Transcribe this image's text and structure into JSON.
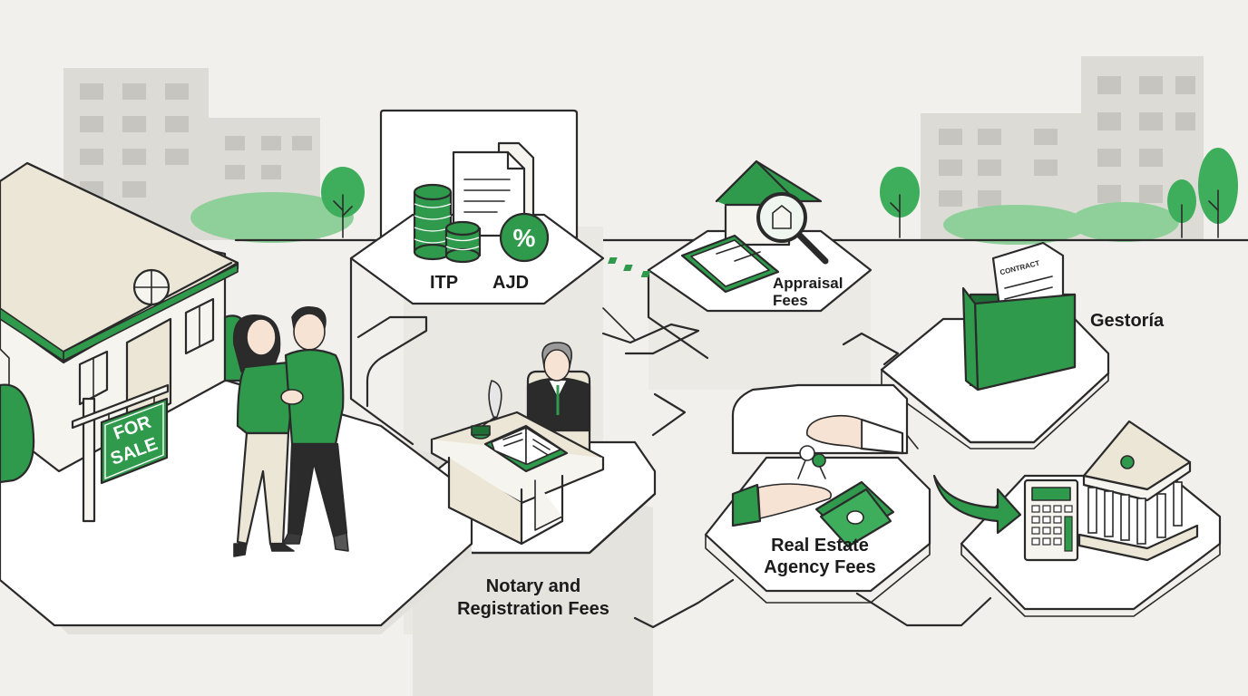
{
  "labels": {
    "itp": "ITP",
    "ajd": "AJD",
    "appraisal_line1": "Appraisal",
    "appraisal_line2": "Fees",
    "gestoria": "Gestoría",
    "notary_line1": "Notary and",
    "notary_line2": "Registration Fees",
    "agency_line1": "Real Estate",
    "agency_line2": "Agency Fees"
  },
  "sign": {
    "line1": "FOR",
    "line2": "SALE"
  },
  "document": {
    "contract_text": "CONTRACT"
  },
  "icons": {
    "percent_symbol": "%",
    "items": [
      "coin-stack-icon",
      "percent-badge-icon",
      "document-icon",
      "house-magnifier-icon",
      "checklist-clipboard-icon",
      "contract-folder-icon",
      "notary-desk-icon",
      "quill-inkwell-icon",
      "keys-handover-icon",
      "banknotes-icon",
      "calculator-icon",
      "bank-building-icon",
      "curved-arrow-icon",
      "for-sale-sign-icon"
    ]
  },
  "colors": {
    "accent_green": "#2f9a4c",
    "dark_green": "#1f6e35",
    "light_green": "#8fcf9a",
    "background": "#f1f0ec",
    "building_gray": "#d8d7d2",
    "platform_white": "#ffffff",
    "beige": "#ebe6d6"
  }
}
